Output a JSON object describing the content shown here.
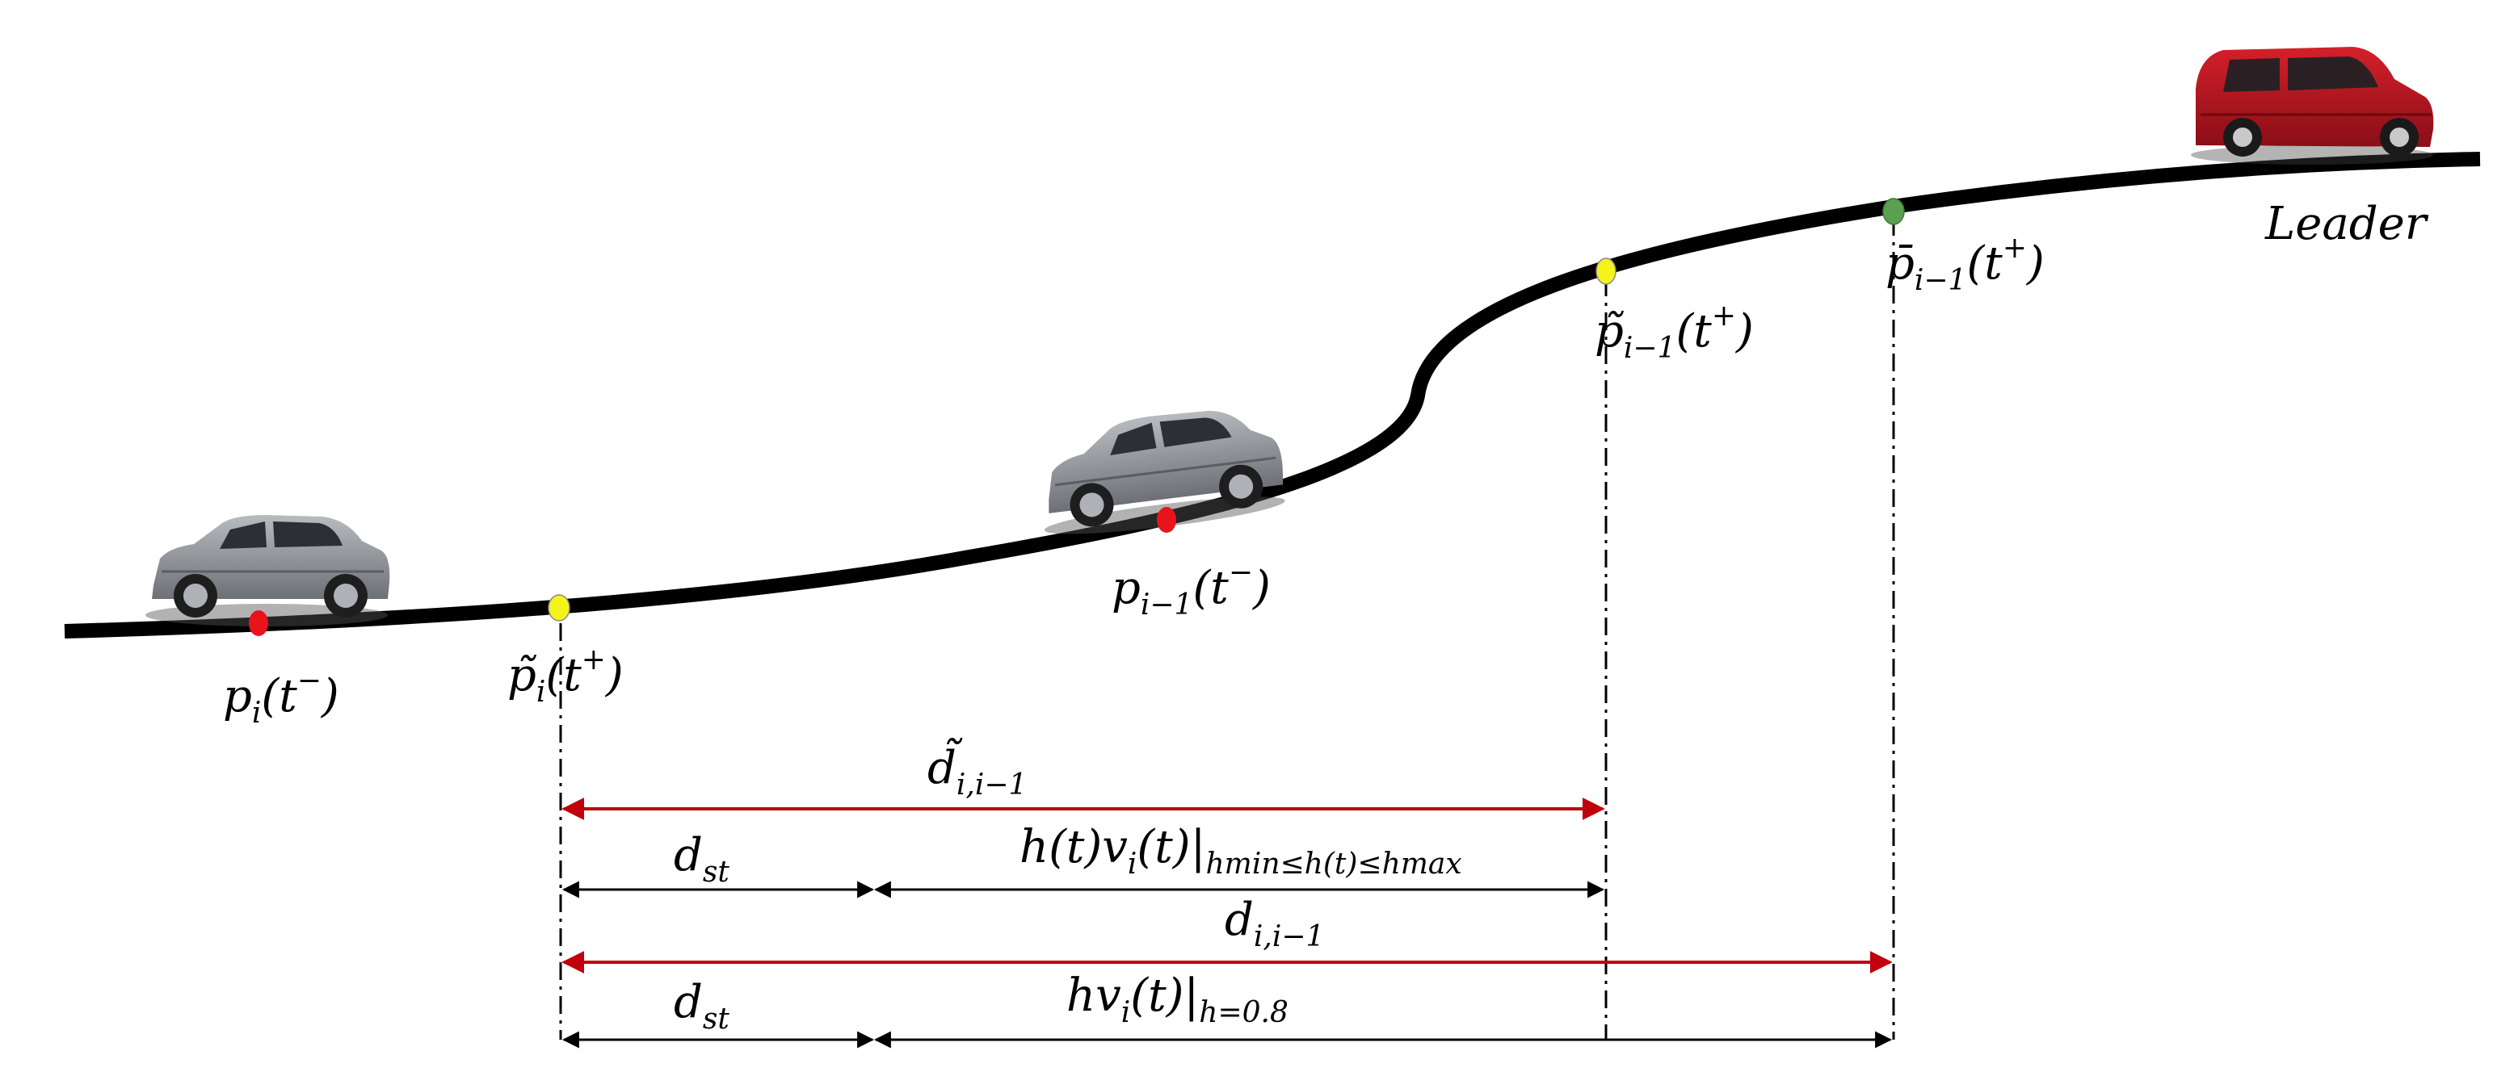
{
  "labels": {
    "leader": "Leader",
    "p_i_minus": {
      "base": "p",
      "sub": "i",
      "arg": "(t",
      "sup": "−",
      "close": ")"
    },
    "p_tilde_i_plus": {
      "base": "p̃",
      "sub": "i",
      "arg": "(t",
      "sup": "+",
      "close": ")"
    },
    "p_im1_minus": {
      "base": "p",
      "sub": "i−1",
      "arg": "(t",
      "sup": "−",
      "close": ")"
    },
    "p_tilde_im1_plus": {
      "base": "p̃",
      "sub": "i−1",
      "arg": "(t",
      "sup": "+",
      "close": ")"
    },
    "p_bar_im1_plus": {
      "base": "p̄",
      "sub": "i−1",
      "arg": "(t",
      "sup": "+",
      "close": ")"
    },
    "d_tilde": {
      "base": "d̃",
      "sub": "i,i−1"
    },
    "d_actual": {
      "base": "d",
      "sub": "i,i−1"
    },
    "d_st_1": {
      "base": "d",
      "sub": "st"
    },
    "d_st_2": {
      "base": "d",
      "sub": "st"
    },
    "h_var_term": {
      "main": "h(t)v",
      "sub_i": "i",
      "rest": "(t)|",
      "cond": "hmin≤h(t)≤hmax"
    },
    "h_const_term": {
      "main": "hv",
      "sub_i": "i",
      "rest": "(t)|",
      "cond": "h=0.8"
    }
  },
  "colors": {
    "road": "#000000",
    "red_marker": "#e8141c",
    "yellow_marker": "#f4f41a",
    "green_marker": "#5aa050",
    "red_arrow": "#c0000c",
    "black_arrow": "#000000",
    "car_grey": "#8a8d92",
    "car_red": "#b3141e"
  },
  "icons": {
    "follower_car": "grey-suv-icon",
    "leader_car": "red-hatchback-icon"
  }
}
